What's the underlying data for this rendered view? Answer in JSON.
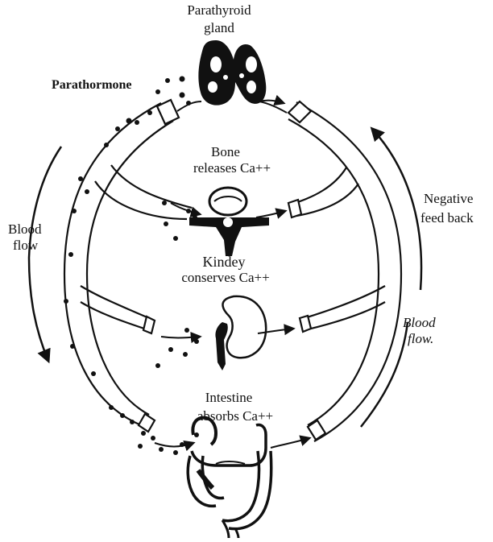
{
  "labels": {
    "parathyroid_line1": "Parathyroid",
    "parathyroid_line2": "gland",
    "parathormone": "Parathormone",
    "bone_line1": "Bone",
    "bone_line2": "releases Ca++",
    "kidney_line1": "Kindey",
    "kidney_line2": "conserves Ca++",
    "intestine_line1": "Intestine",
    "intestine_line2": "absorbs Ca++",
    "blood_flow_left_1": "Blood",
    "blood_flow_left_2": "flow",
    "blood_flow_right_1": "Blood",
    "blood_flow_right_2": "flow.",
    "negative_1": "Negative",
    "negative_2": "feed back"
  },
  "colors": {
    "ink": "#111111",
    "background": "#ffffff"
  }
}
